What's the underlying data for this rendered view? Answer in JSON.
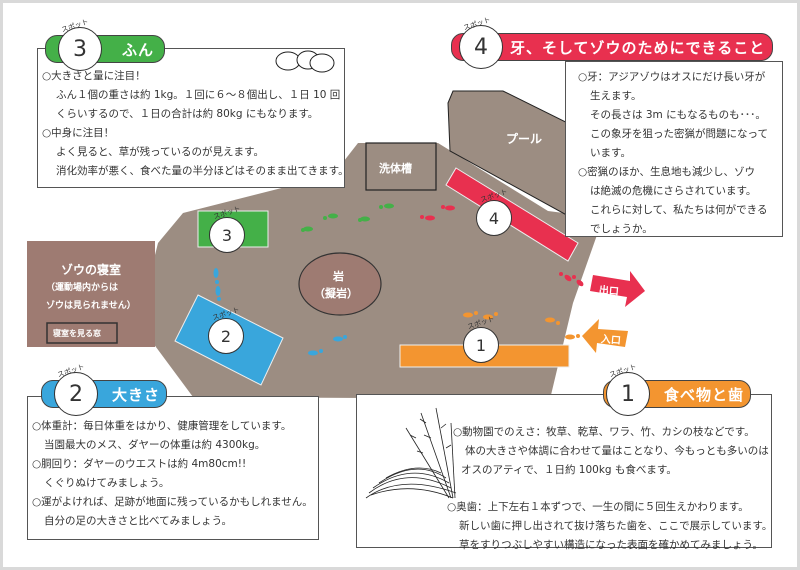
{
  "spot_word": "スポット",
  "colors": {
    "spot1": "#f39530",
    "spot2": "#39a6dc",
    "spot3": "#44b048",
    "spot4": "#e8304f",
    "ground": "#9c8d82",
    "room": "#9e7b72",
    "rock": "#9e7b72"
  },
  "spots": {
    "s3": {
      "number": "3",
      "title": "ふん",
      "illustration": "dung-illustration",
      "lines": [
        "○大きさと量に注目！",
        "ふん１個の重さは約 1kg。１回に６～８個出し、１日 10 回",
        "くらいするので、１日の合計は約 80kg にもなります。",
        "○中身に注目！",
        "よく見ると、草が残っているのが見えます。",
        "消化効率が悪く、食べた量の半分ほどはそのまま出てきます。"
      ]
    },
    "s4": {
      "number": "4",
      "title": "牙、そしてゾウのためにできること",
      "lines": [
        "○牙：アジアゾウはオスにだけ長い牙が",
        "生えます。",
        "その長さは 3m にもなるものも･･･。",
        "この象牙を狙った密猟が問題になって",
        "います。",
        "○密猟のほか、生息地も減少し、ゾウ",
        "は絶滅の危機にさらされています。",
        "これらに対して、私たちは何ができる",
        "でしょうか。"
      ]
    },
    "s2": {
      "number": "2",
      "title": "大きさ",
      "lines": [
        "○体重計：毎日体重をはかり、健康管理をしています。",
        "当園最大のメス、ダヤーの体重は約 4300kg。",
        "○胴回り：ダヤーのウエストは約 4m80cm!!",
        "くぐりぬけてみましょう。",
        "○運がよければ、足跡が地面に残っているかもしれません。",
        "自分の足の大きさと比べてみましょう。"
      ]
    },
    "s1": {
      "number": "1",
      "title": "食べ物と歯",
      "illustration": "hay-illustration",
      "lines": [
        "○動物園でのえさ：牧草、乾草、ワラ、竹、カシの枝などです。",
        "体の大きさや体調に合わせて量はことなり、今もっとも多いのは",
        "オスのアティで、１日約 100kg も食べます。",
        "○奥歯：上下左右１本ずつで、一生の間に５回生えかわります。",
        "新しい歯に押し出されて抜け落ちた歯を、ここで展示しています。",
        "草をすりつぶしやすい構造になった表面を確かめてみましょう。"
      ]
    }
  },
  "map": {
    "pool": "プール",
    "wash_tank": "洗体槽",
    "rock_line1": "岩",
    "rock_line2": "（擬岩）",
    "bedroom_title": "ゾウの寝室",
    "bedroom_note1": "（運動場内からは",
    "bedroom_note2": "ゾウは見られません）",
    "bedroom_window": "寝室を見る窓",
    "exit": "出口",
    "entrance": "入口"
  }
}
